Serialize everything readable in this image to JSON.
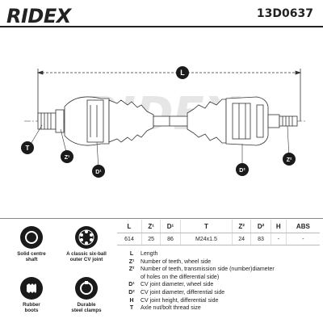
{
  "brand": "RIDEX",
  "part_number": "13D0637",
  "diagram": {
    "dimension_label": "L",
    "callouts": {
      "t": "T",
      "z1": "Z¹",
      "d1": "D¹",
      "d2": "D²",
      "z2": "Z²"
    },
    "watermark": "RIDEX"
  },
  "spec_table": {
    "headers": [
      "L",
      "Z¹",
      "D¹",
      "T",
      "Z²",
      "D²",
      "H",
      "ABS"
    ],
    "values": [
      "614",
      "25",
      "86",
      "M24x1.5",
      "24",
      "83",
      "-",
      "-"
    ]
  },
  "legend": [
    {
      "key": "L",
      "text": "Length"
    },
    {
      "key": "Z¹",
      "text": "Number of teeth, wheel side"
    },
    {
      "key": "Z²",
      "text": "Number of teeth, transmission side (number)diameter"
    },
    {
      "key": "",
      "text": "of holes on the differential side)"
    },
    {
      "key": "D¹",
      "text": "CV joint diameter, wheel side"
    },
    {
      "key": "D²",
      "text": "CV joint diameter, differential side"
    },
    {
      "key": "H",
      "text": "CV joint height, differential side"
    },
    {
      "key": "T",
      "text": "Axle nut/bolt thread size"
    }
  ],
  "features": [
    {
      "id": "solid-shaft",
      "line1": "Solid centre",
      "line2": "shaft",
      "icon": "solid-circle-icon"
    },
    {
      "id": "cv-joint",
      "line1": "A classic six-ball",
      "line2": "outer CV joint",
      "icon": "six-ball-joint-icon"
    },
    {
      "id": "rubber-boots",
      "line1": "Rubber",
      "line2": "boots",
      "icon": "boot-icon"
    },
    {
      "id": "steel-clamps",
      "line1": "Durable",
      "line2": "steel clamps",
      "icon": "clamp-icon"
    }
  ],
  "colors": {
    "text": "#222222",
    "callout": "#1a1a1a",
    "line": "#333333"
  }
}
